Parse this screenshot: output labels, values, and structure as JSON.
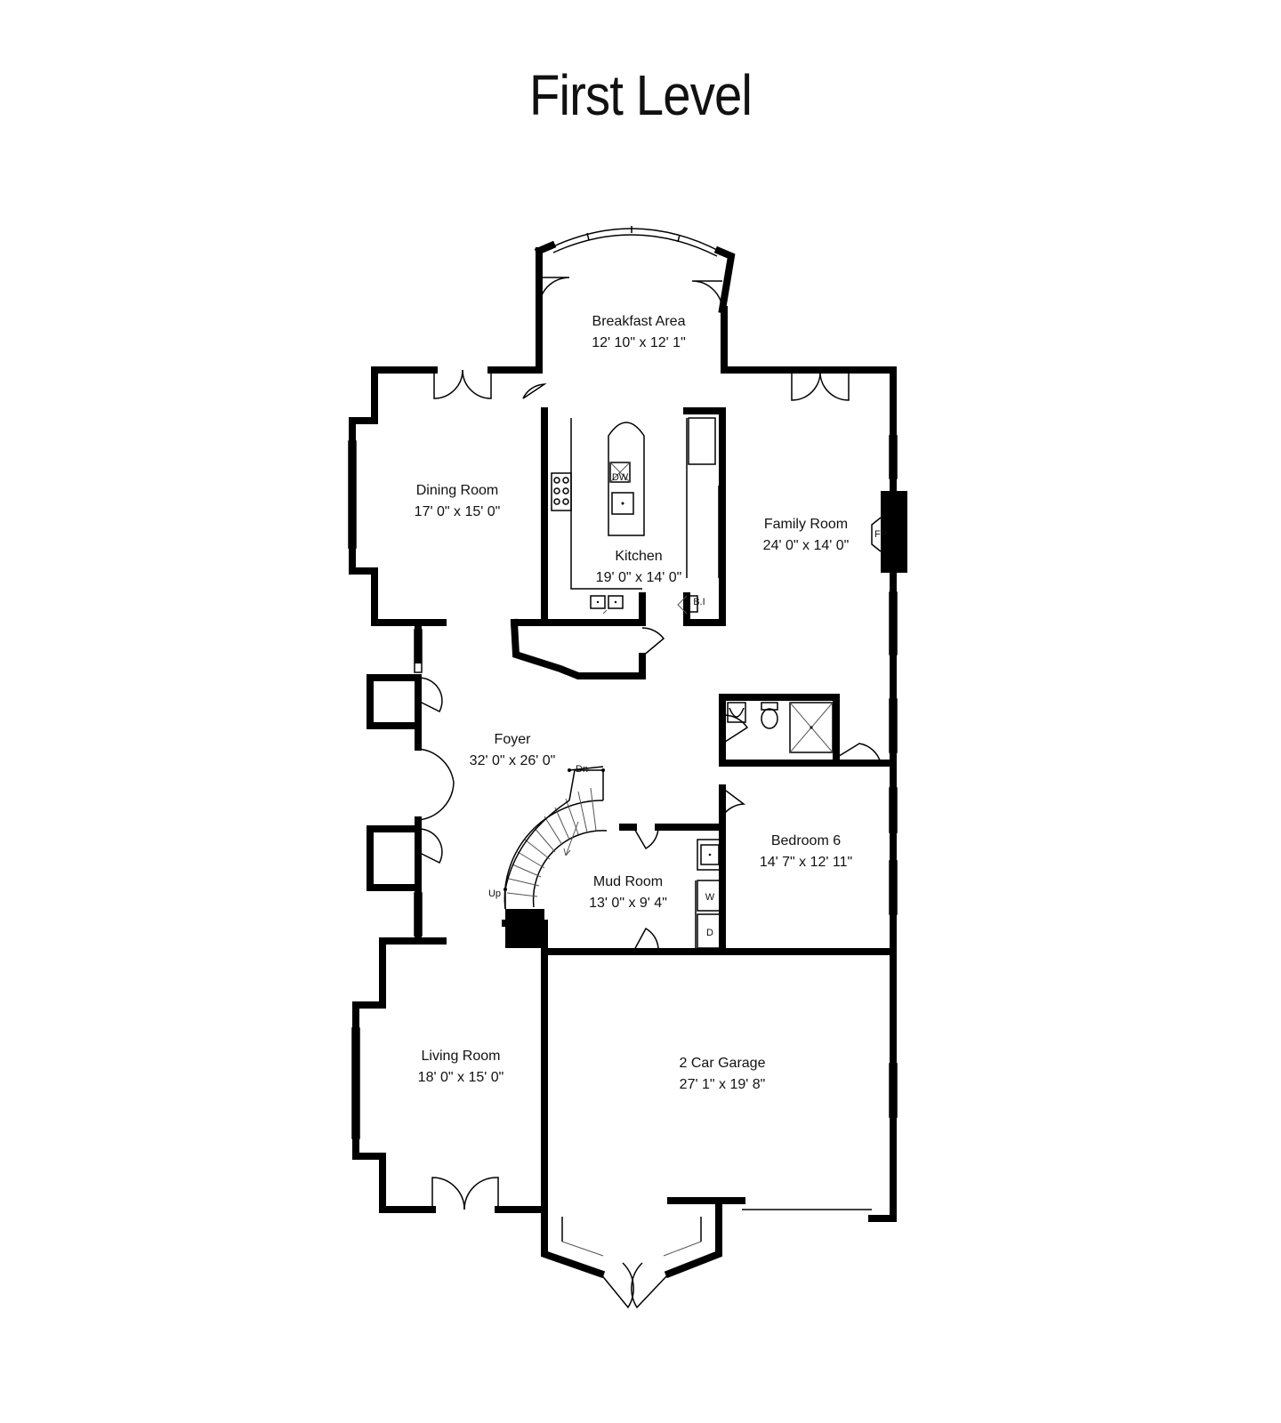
{
  "title": "First Level",
  "rooms": [
    {
      "id": "breakfast-area",
      "name": "Breakfast Area",
      "size": "12' 10\" x 12' 1\""
    },
    {
      "id": "dining-room",
      "name": "Dining Room",
      "size": "17' 0\" x 15' 0\""
    },
    {
      "id": "kitchen",
      "name": "Kitchen",
      "size": "19' 0\" x 14' 0\""
    },
    {
      "id": "family-room",
      "name": "Family Room",
      "size": "24' 0\" x 14' 0\""
    },
    {
      "id": "foyer",
      "name": "Foyer",
      "size": "32' 0\" x 26' 0\""
    },
    {
      "id": "bedroom-6",
      "name": "Bedroom 6",
      "size": "14' 7\" x 12' 11\""
    },
    {
      "id": "mud-room",
      "name": "Mud Room",
      "size": "13' 0\" x 9' 4\""
    },
    {
      "id": "living-room",
      "name": "Living Room",
      "size": "18' 0\" x 15' 0\""
    },
    {
      "id": "garage",
      "name": "2 Car Garage",
      "size": "27' 1\" x 19' 8\""
    }
  ],
  "fixtures": {
    "dishwasher": "DW",
    "fireplace": "FP",
    "built_in": "B.I",
    "washer": "W",
    "dryer": "D",
    "stairs_down": "Dn",
    "stairs_up": "Up"
  }
}
